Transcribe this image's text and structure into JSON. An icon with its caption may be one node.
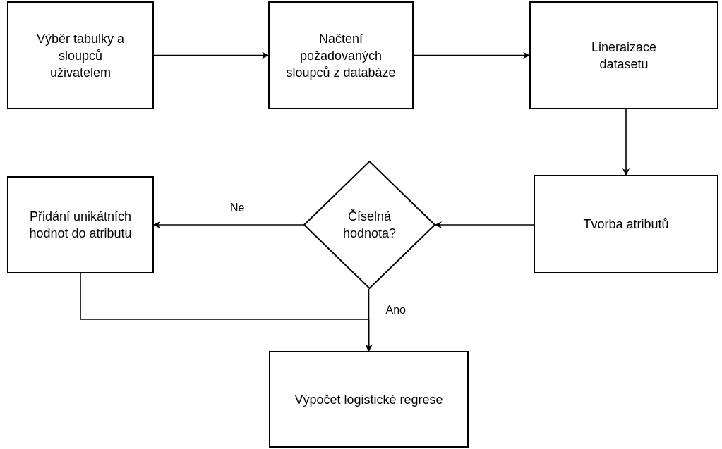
{
  "diagram": {
    "nodes": [
      {
        "text": [
          "Výběr tabulky a sloupců uživatelem"
        ]
      },
      {
        "text": [
          "Načtení požadovaných sloupců z databáze"
        ]
      },
      {
        "text": [
          "Lineraizace datasetu"
        ]
      },
      {
        "text": [
          "Tvorba atributů"
        ]
      },
      {
        "text": [
          "Číselná hodnota?"
        ]
      },
      {
        "text": [
          "Přidání unikátních hodnot do atributu"
        ]
      },
      {
        "text": [
          "Výpočet logistické regrese"
        ]
      }
    ],
    "edges": [
      {
        "from": 0,
        "to": 1,
        "arrow": "to"
      },
      {
        "from": 1,
        "to": 2,
        "arrow": "to"
      },
      {
        "from": 2,
        "to": 3,
        "arrow": "to"
      },
      {
        "from": 3,
        "to": 4,
        "arrow": "to"
      },
      {
        "from": 4,
        "to": 5,
        "arrow": "to",
        "label": "Ne"
      },
      {
        "from": 4,
        "to": 6,
        "arrow": "to",
        "label": "Ano"
      },
      {
        "from": 5,
        "to": 6,
        "arrow": "to"
      }
    ]
  }
}
